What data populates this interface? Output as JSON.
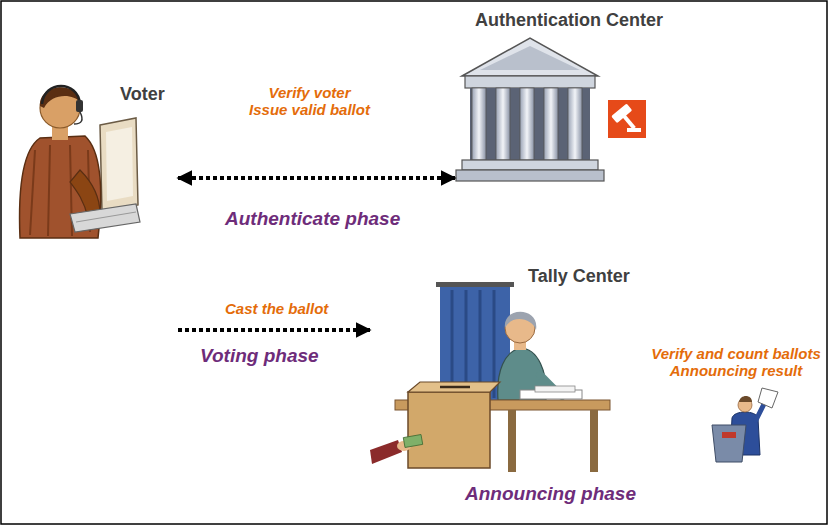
{
  "diagram": {
    "nodes": [
      {
        "text": [
          "Voter"
        ]
      },
      {
        "text": [
          "Authentication Center"
        ]
      },
      {
        "text": [
          "Tally Center"
        ]
      }
    ],
    "edges": [
      {
        "from": 0,
        "to": 1,
        "arrow": "both",
        "label": "Verify voter Issue valid ballot"
      },
      {
        "from": 0,
        "to": 2,
        "arrow": "to",
        "label": "Cast the ballot"
      }
    ],
    "labels": [
      "Authenticate phase",
      "Voting phase",
      "Verify and count ballots Announcing result",
      "Announcing phase"
    ]
  }
}
